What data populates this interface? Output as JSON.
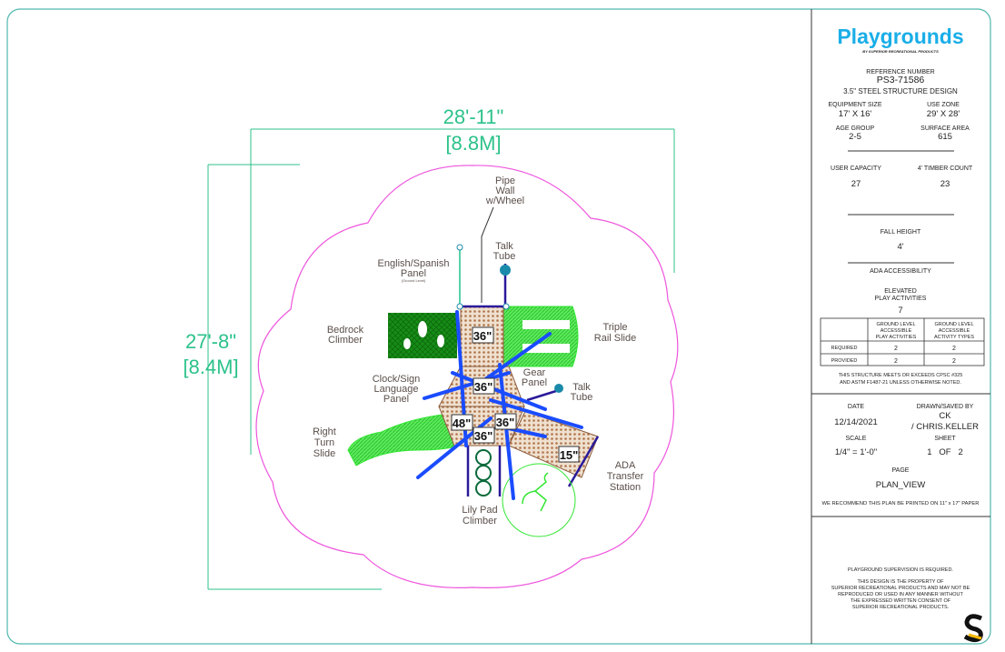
{
  "drawing": {
    "dimensions": {
      "width_imperial": "28'-11\"",
      "width_metric": "[8.8M]",
      "depth_imperial": "27'-8\"",
      "depth_metric": "[8.4M]"
    },
    "labels": {
      "pipe_wall": [
        "Pipe",
        "Wall",
        "w/Wheel"
      ],
      "talk_tube_top": [
        "Talk",
        "Tube"
      ],
      "english_spanish": [
        "English/Spanish",
        "Panel",
        "(Ground Level)"
      ],
      "bedrock": [
        "Bedrock",
        "Climber"
      ],
      "triple_rail": [
        "Triple",
        "Rail Slide"
      ],
      "clock_sign": [
        "Clock/Sign",
        "Language",
        "Panel"
      ],
      "gear_panel": [
        "Gear",
        "Panel"
      ],
      "talk_tube_right": [
        "Talk",
        "Tube"
      ],
      "right_turn": [
        "Right",
        "Turn",
        "Slide"
      ],
      "ada_transfer": [
        "ADA",
        "Transfer",
        "Station"
      ],
      "lily_pad": [
        "Lily Pad",
        "Climber"
      ]
    },
    "deck_heights": [
      "36\"",
      "36\"",
      "48\"",
      "36\"",
      "36\"",
      "15\""
    ],
    "colors": {
      "slide": "#33e633",
      "climber": "#0a8a0a",
      "post": "#1a4cff",
      "deck": "#c8a07a",
      "boundary": "#ee55dd",
      "dimension": "#2cc28a",
      "brand": "#1aaee8"
    }
  },
  "title_block": {
    "logo": "Playgrounds",
    "logo_sub": "BY SUPERIOR RECREATIONAL PRODUCTS",
    "reference_label": "REFERENCE NUMBER",
    "reference_number": "PS3-71586",
    "structure_design": "3.5\" STEEL STRUCTURE DESIGN",
    "equipment_size_label": "EQUIPMENT SIZE",
    "equipment_size": "17' X 16'",
    "use_zone_label": "USE ZONE",
    "use_zone": "29' X 28'",
    "age_group_label": "AGE GROUP",
    "age_group": "2-5",
    "surface_area_label": "SURFACE AREA",
    "surface_area": "615",
    "user_capacity_label": "USER CAPACITY",
    "user_capacity": "27",
    "timber_count_label": "4' TIMBER COUNT",
    "timber_count": "23",
    "fall_height_label": "FALL HEIGHT",
    "fall_height": "4'",
    "ada_label": "ADA ACCESSIBILITY",
    "elevated_label": [
      "ELEVATED",
      "PLAY ACTIVITIES"
    ],
    "elevated_count": "7",
    "table": {
      "headers": [
        [
          "GROUND LEVEL",
          "ACCESSIBLE",
          "PLAY ACTIVITIES"
        ],
        [
          "GROUND LEVEL",
          "ACCESSIBLE",
          "ACTIVITY TYPES"
        ]
      ],
      "rows": [
        {
          "label": "REQUIRED",
          "values": [
            "2",
            "2"
          ]
        },
        {
          "label": "PROVIDED",
          "values": [
            "2",
            "2"
          ]
        }
      ]
    },
    "compliance": [
      "THIS STRUCTURE MEETS OR EXCEEDS CPSC #325",
      "AND ASTM F1487-21 UNLESS OTHERWISE NOTED."
    ],
    "date_label": "DATE",
    "date": "12/14/2021",
    "drawn_label": "DRAWN/SAVED BY",
    "drawn_by": [
      "CK",
      "/ CHRIS.KELLER"
    ],
    "scale_label": "SCALE",
    "scale": "1/4\" = 1'-0\"",
    "sheet_label": "SHEET",
    "sheet": "1   OF   2",
    "page_label": "PAGE",
    "page": "PLAN_VIEW",
    "print_note": "WE RECOMMEND THIS PLAN BE PRINTED ON 11\" x 17\" PAPER",
    "supervision": "PLAYGROUND SUPERVISION IS REQUIRED.",
    "property": [
      "THIS DESIGN IS THE PROPERTY OF",
      "SUPERIOR RECREATIONAL PRODUCTS AND MAY NOT BE",
      "REPRODUCED OR USED IN ANY MANNER WITHOUT",
      "THE EXPRESSED WRITTEN CONSENT OF",
      "SUPERIOR RECREATIONAL PRODUCTS."
    ],
    "corner_logo": "S"
  }
}
